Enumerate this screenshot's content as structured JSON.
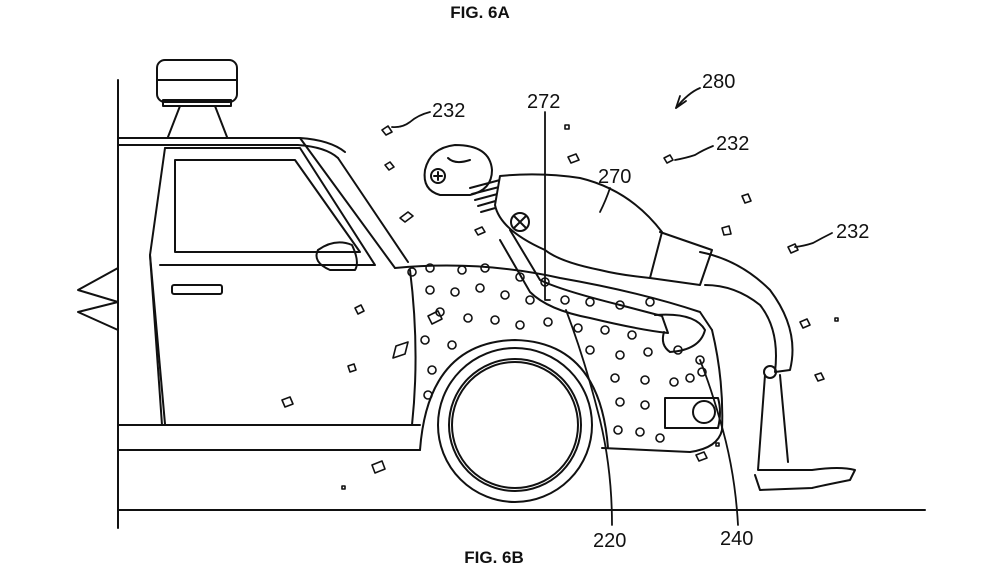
{
  "figure": {
    "top_caption": "FIG. 6A",
    "bottom_caption": "FIG. 6B"
  },
  "labels": {
    "system": "280",
    "debris_left": "232",
    "debris_right_upper": "232",
    "debris_right_lower": "232",
    "pedestrian": "270",
    "pedestrian_line": "272",
    "hood_surface": "220",
    "front_fascia": "240"
  }
}
